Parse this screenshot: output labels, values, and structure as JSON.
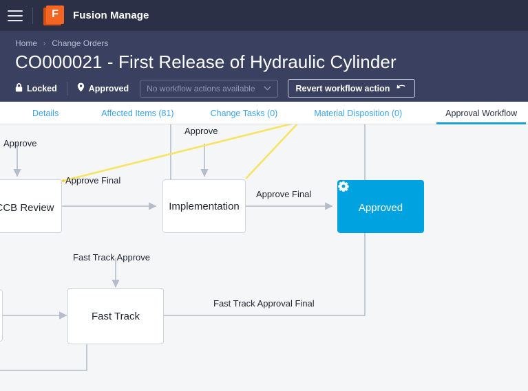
{
  "appbar": {
    "menu_icon": "hamburger-icon",
    "logo_letter": "F",
    "app_name": "Fusion Manage"
  },
  "header": {
    "breadcrumb": [
      "Home",
      "Change Orders"
    ],
    "separator": "›",
    "title": "CO000021 - First Release of Hydraulic Cylinder",
    "status_locked": "Locked",
    "status_state": "Approved",
    "workflow_dropdown_value": "No workflow actions available",
    "dropdown_chevron": "⌄",
    "revert_button": "Revert workflow action",
    "revert_icon": "undo-arrow-icon"
  },
  "tabs": [
    {
      "label": "Details",
      "active": false
    },
    {
      "label": "Affected Items (81)",
      "active": false
    },
    {
      "label": "Change Tasks (0)",
      "active": false
    },
    {
      "label": "Material Disposition (0)",
      "active": false
    },
    {
      "label": "Approval Workflow",
      "active": true
    }
  ],
  "colors": {
    "appbar_bg": "#2b3047",
    "header_bg": "#3a4060",
    "tab_link": "#3ba3e8",
    "tab_active_underline": "#1ba1e2",
    "node_selected": "#00a3e0",
    "brand_orange": "#f26522",
    "connector": "#b3bcc8",
    "highlight_yellow": "#f7e463",
    "canvas_bg": "#f4f6f8"
  },
  "diagram": {
    "type": "workflow",
    "nodes": [
      {
        "id": "ccb",
        "label": "CCB Review",
        "state": "locked",
        "icon": "lock-icon"
      },
      {
        "id": "impl",
        "label": "Implementation",
        "state": "normal",
        "icon": ""
      },
      {
        "id": "appr",
        "label": "Approved",
        "state": "selected",
        "icon": "gear-icon"
      },
      {
        "id": "fast",
        "label": "Fast Track",
        "state": "normal",
        "icon": ""
      }
    ],
    "edge_labels": [
      "Approve",
      "Approve",
      "Approve Final",
      "Approve Final",
      "Fast Track Approve",
      "Fast Track Approval Final"
    ]
  }
}
